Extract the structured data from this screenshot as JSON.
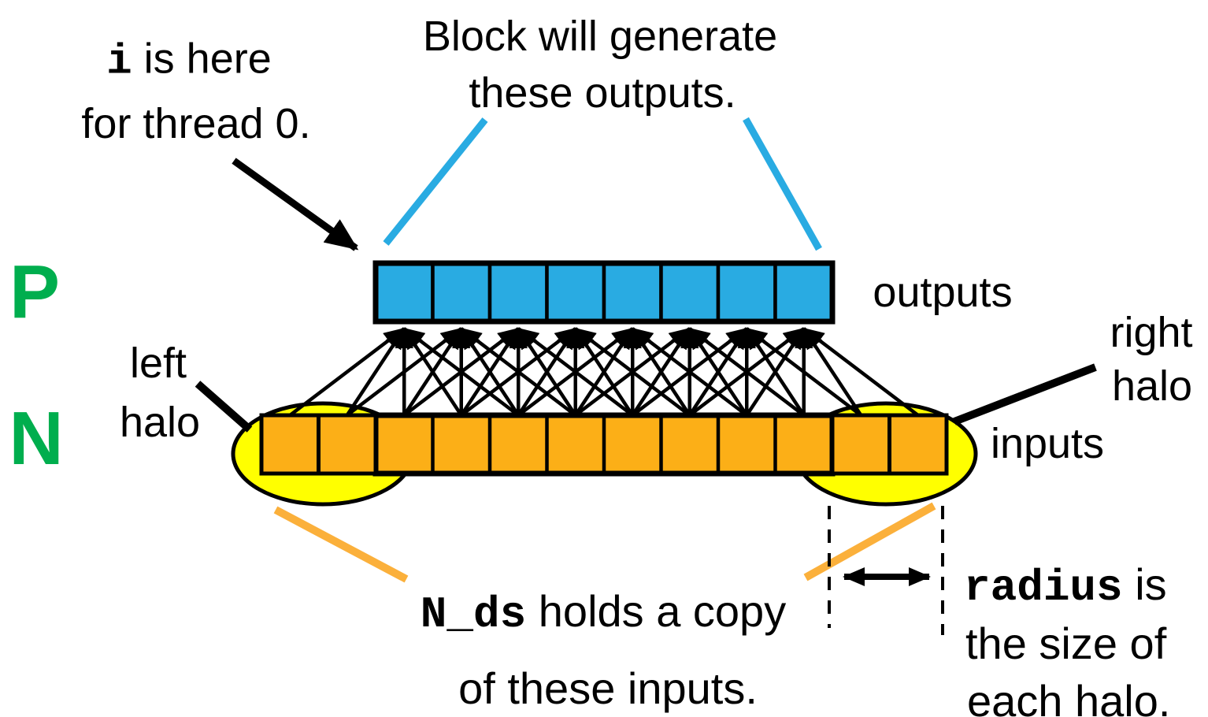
{
  "colors": {
    "output_fill": "#29ABE2",
    "pointer_cyan": "#29ABE2",
    "input_fill": "#FCAF17",
    "pointer_orange": "#FBB03B",
    "halo_ellipse_fill": "#FFFF00",
    "accent_green": "#00AE4E",
    "ink": "#000000"
  },
  "labels": {
    "i_note_code": "i",
    "i_note_rest": " is here",
    "i_note_line2": "for thread 0.",
    "block_note_line1": "Block will generate",
    "block_note_line2": "these outputs.",
    "p_label": "P",
    "n_label": "N",
    "outputs_label": "outputs",
    "inputs_label": "inputs",
    "left_halo_line1": "left",
    "left_halo_line2": "halo",
    "right_halo_line1": "right",
    "right_halo_line2": "halo",
    "nds_code": "N_ds",
    "nds_rest": " holds a copy",
    "nds_line2": "of these inputs.",
    "radius_code": "radius",
    "radius_rest": " is",
    "radius_line2": "the size of",
    "radius_line3": "each halo."
  },
  "diagram": {
    "output_count": 8,
    "input_count": 12,
    "halo_size": 2,
    "stencil_span": 5
  }
}
